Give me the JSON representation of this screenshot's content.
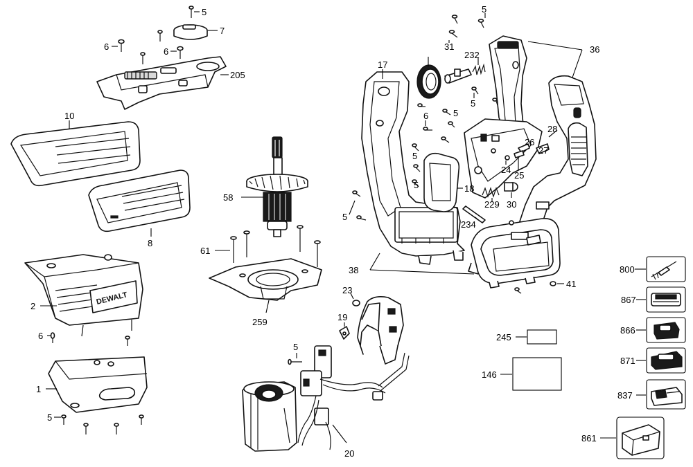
{
  "labels": {
    "p5_top": "5",
    "p7": "7",
    "p6_a": "6",
    "p6_b": "6",
    "p205": "205",
    "p10": "10",
    "p8": "8",
    "p2": "2",
    "p6_c": "6",
    "p1": "1",
    "p5_bl": "5",
    "p58": "58",
    "p61": "61",
    "p259": "259",
    "p5_tr": "5",
    "p31": "31",
    "p232": "232",
    "p17": "17",
    "p36": "36",
    "p6_m": "6",
    "p5_m1": "5",
    "p5_m2": "5",
    "p5_m3": "5",
    "p5_m4": "5",
    "p28": "28",
    "p26": "26",
    "p27": "27",
    "p24": "24",
    "p25": "25",
    "p18": "18",
    "p229": "229",
    "p30": "30",
    "p5_l": "5",
    "p234": "234",
    "p38": "38",
    "p41": "41",
    "p23": "23",
    "p19": "19",
    "p5_s": "5",
    "p20": "20",
    "p245": "245",
    "p146": "146",
    "p800": "800",
    "p867": "867",
    "p866": "866",
    "p871": "871",
    "p837": "837",
    "p861": "861"
  },
  "brand": "DEWALT"
}
